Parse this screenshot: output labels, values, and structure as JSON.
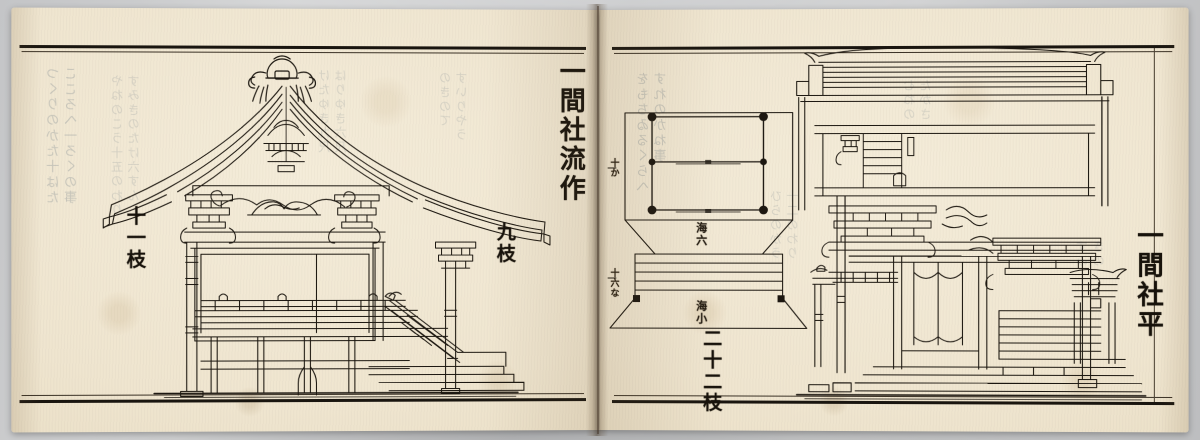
{
  "artifact": {
    "kind": "open-woodblock-book",
    "medium": "ink-on-paper",
    "paper_color": "#efe5cf",
    "ink_color": "#17120b",
    "backdrop_color": "#c9cacb"
  },
  "left_page": {
    "name": "verso",
    "title": "一間社流作",
    "title_reading": "Ikkensha nagare-zukuri",
    "labels": [
      {
        "id": "left-rafter-count",
        "text": "十一枝"
      },
      {
        "id": "right-rafter-count",
        "text": "九枝"
      }
    ],
    "drawing": {
      "type": "side-elevation",
      "subject": "one-bay shrine, flowing (nagare) roof",
      "features": [
        "ridge-ornament",
        "curved-sweeping-roof",
        "gable-bargeboard",
        "kaerumata-frog-leg-strut",
        "kumimono-bracket-set",
        "round-pillars",
        "balustrade",
        "raised-floor",
        "stairway",
        "stone-plinth"
      ]
    },
    "bleed_through": [
      "つくりの",
      "十はたの",
      "こころへ",
      "一ろくの"
    ]
  },
  "right_page": {
    "name": "recto",
    "title": "一間社平",
    "title_reading": "Ikkensha hira",
    "labels": [
      {
        "id": "plan-upper-note",
        "text": "海六"
      },
      {
        "id": "plan-lower-note",
        "text": "海小"
      },
      {
        "id": "plan-rafter-count",
        "text": "二十二枝"
      },
      {
        "id": "margin-upper",
        "text": "十か"
      },
      {
        "id": "margin-lower",
        "text": "十六な"
      }
    ],
    "drawings": [
      {
        "type": "floor-plan",
        "subject": "one-bay shrine plan with pillar positions",
        "pillar_dots": 8,
        "features": [
          "outer-wall-rectangle",
          "inner-chamber",
          "splayed-roof-lines",
          "step-treads"
        ]
      },
      {
        "type": "front-elevation",
        "subject": "one-bay shrine, gable (hira) front",
        "features": [
          "ridge-board",
          "straight-eaves",
          "bargeboard-ends",
          "kumimono-bracket-sets",
          "door-panels",
          "railing",
          "stairway",
          "plinth-base"
        ]
      }
    ],
    "bleed_through": [
      "をもち",
      "のくらへ",
      "すれ",
      "かね"
    ]
  }
}
